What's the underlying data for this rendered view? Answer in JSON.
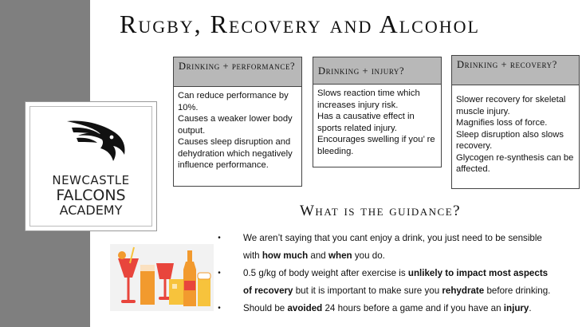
{
  "title": "Rugby, Recovery and Alcohol",
  "logo": {
    "line1": "NEWCASTLE",
    "line2": "FALCONS",
    "line3": "ACADEMY",
    "icon": "falcon-head-icon"
  },
  "boxes": [
    {
      "heading": "Drinking + performance?",
      "body": "Can reduce performance by 10%.\nCauses a weaker lower body output.\nCauses sleep disruption and dehydration which negatively influence performance."
    },
    {
      "heading": "Drinking + injury?",
      "body": "Slows reaction time which increases injury risk.\nHas a causative effect in sports related injury.\nEncourages swelling if you’re bleeding."
    },
    {
      "heading": "Drinking + recovery?",
      "body": "Slower recovery for skeletal muscle injury.\nMagnifies loss of force.\nSleep disruption also slows recovery.\nGlycogen re-synthesis can be affected."
    }
  ],
  "guidance": {
    "heading": "What is the guidance?",
    "bullet_char": "•",
    "b1": {
      "l1": "We aren’t saying that you cant enjoy a drink, you just need to be sensible",
      "l2_a": "with ",
      "l2_b": "how much",
      "l2_c": " and ",
      "l2_d": "when",
      "l2_e": " you do."
    },
    "b2": {
      "l1_a": "0.5 g/kg of body weight after exercise is ",
      "l1_b": "unlikely to impact most aspects",
      "l2_a": "of recovery",
      "l2_b": " but it is important to make sure you ",
      "l2_c": "rehydrate",
      "l2_d": " before drinking."
    },
    "b3": {
      "a": "Should be ",
      "b": "avoided",
      "c": " 24 hours before a game and if you have an ",
      "d": "injury",
      "e": "."
    }
  },
  "drinks_illustration": "alcoholic-drinks-icon",
  "colors": {
    "sidebar": "#7f7f7f",
    "box_header": "#b8b8b8",
    "drink_red": "#e8453c",
    "drink_orange": "#f29a2e",
    "drink_yellow": "#f7c33c"
  }
}
